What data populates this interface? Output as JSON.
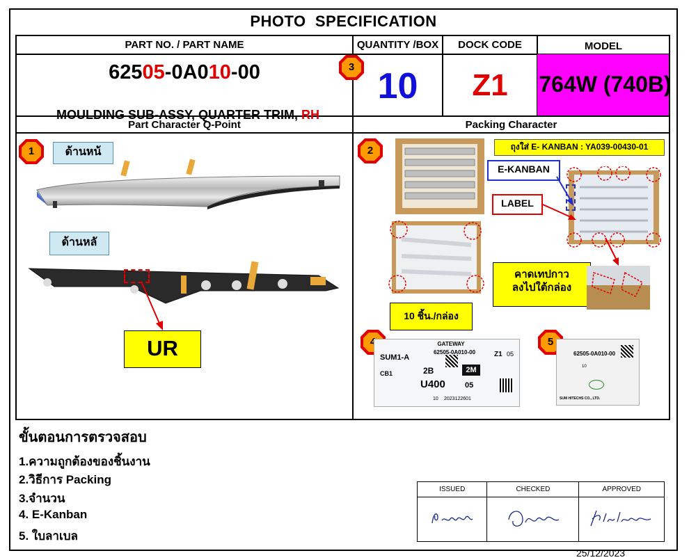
{
  "title": "PHOTO  SPECIFICATION",
  "header": {
    "part_label": "PART NO. / PART NAME",
    "qty_label": "QUANTITY /BOX",
    "dock_label": "DOCK CODE",
    "model_label": "MODEL"
  },
  "part": {
    "no_a": "625",
    "no_b": "05",
    "no_c": "-0A0",
    "no_d": "10",
    "no_e": "-00",
    "name": "MOULDING SUB-ASSY, QUARTER TRIM, ",
    "side": "RH"
  },
  "quantity": "10",
  "dock_code": "Z1",
  "model": "764W (740B)",
  "sections": {
    "left": "Part Character Q-Point",
    "right": "Packing Character"
  },
  "badges": [
    "1",
    "2",
    "3",
    "4",
    "5"
  ],
  "left_panel": {
    "front_label": "ด้านหน้",
    "back_label": "ด้านหลั",
    "ur_label": "UR"
  },
  "right_panel": {
    "kanban_note": "ถุงใส่ E- KANBAN : YA039-00430-01",
    "ekanban_label": "E-KANBAN",
    "label_label": "LABEL",
    "tape_note_1": "คาดเทปกาว",
    "tape_note_2": "ลงไปใต้กล่อง",
    "pcs_box": "10 ชิ้น./กล่อง"
  },
  "kanban_card": {
    "top": "GATEWAY",
    "partno": "62505-0A010-00",
    "code1": "SUM1-A",
    "z1": "Z1",
    "n05": "05",
    "c2b": "2B",
    "c2m": "2M",
    "u400": "U400",
    "c05": "05",
    "cb1": "CB1",
    "qty": "10",
    "date": "2023122601"
  },
  "label_card": {
    "partno": "62505-0A010-00",
    "qty": "10",
    "maker": "SUM HITECHS CO., LTD."
  },
  "inspection": {
    "title": "ขั้นตอนการตรวจสอบ",
    "items": [
      "1.ความถูกต้องของชิ้นงาน",
      "2.วิธีการ Packing",
      "3.จำนวน",
      "4. E-Kanban",
      "5. ใบลาเบล"
    ]
  },
  "signoff": {
    "issued": "ISSUED",
    "checked": "CHECKED",
    "approved": "APPROVED",
    "date": "25/12/2023"
  },
  "colors": {
    "red": "#e00000",
    "blue": "#1010d8",
    "magenta": "#ff00ff",
    "yellow": "#ffff00",
    "badge_orange": "#ff9a00"
  }
}
